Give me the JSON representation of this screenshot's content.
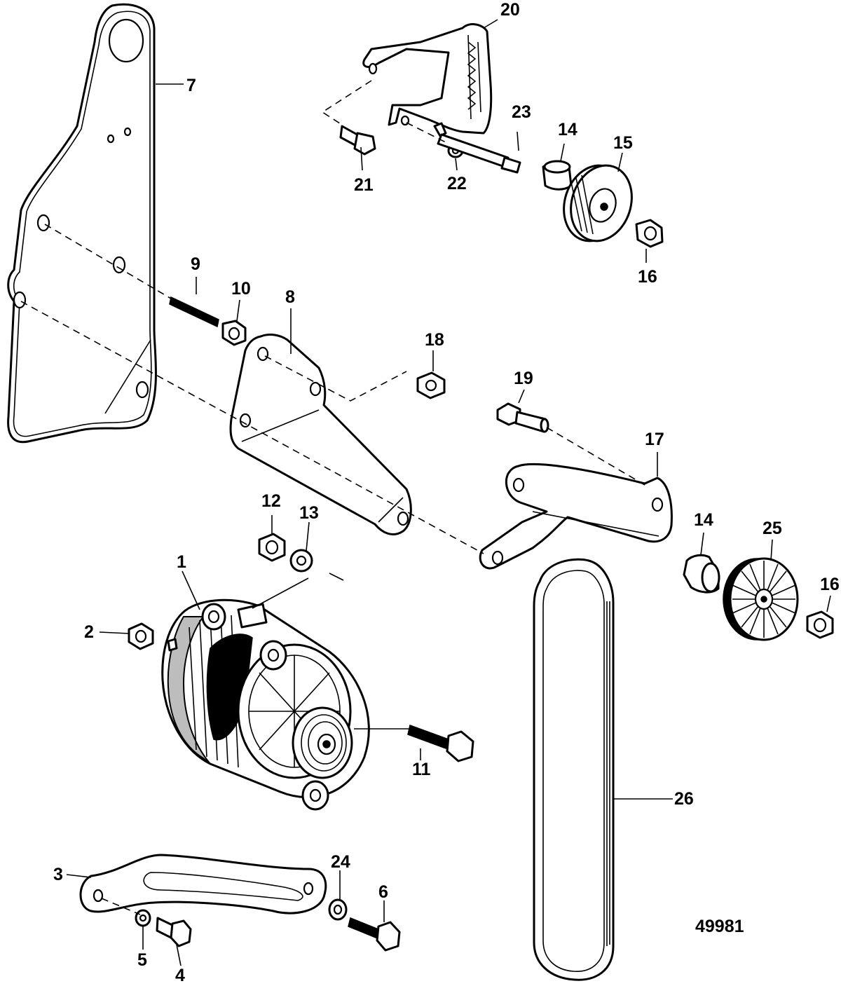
{
  "diagram": {
    "figure_number": "49981",
    "callouts": [
      {
        "id": "1",
        "label": "1"
      },
      {
        "id": "2",
        "label": "2"
      },
      {
        "id": "3",
        "label": "3"
      },
      {
        "id": "4",
        "label": "4"
      },
      {
        "id": "5",
        "label": "5"
      },
      {
        "id": "6",
        "label": "6"
      },
      {
        "id": "7",
        "label": "7"
      },
      {
        "id": "8",
        "label": "8"
      },
      {
        "id": "9",
        "label": "9"
      },
      {
        "id": "10",
        "label": "10"
      },
      {
        "id": "11",
        "label": "11"
      },
      {
        "id": "12",
        "label": "12"
      },
      {
        "id": "13",
        "label": "13"
      },
      {
        "id": "14a",
        "label": "14"
      },
      {
        "id": "14b",
        "label": "14"
      },
      {
        "id": "15",
        "label": "15"
      },
      {
        "id": "16a",
        "label": "16"
      },
      {
        "id": "16b",
        "label": "16"
      },
      {
        "id": "17",
        "label": "17"
      },
      {
        "id": "18",
        "label": "18"
      },
      {
        "id": "19",
        "label": "19"
      },
      {
        "id": "20",
        "label": "20"
      },
      {
        "id": "21",
        "label": "21"
      },
      {
        "id": "22",
        "label": "22"
      },
      {
        "id": "23",
        "label": "23"
      },
      {
        "id": "24",
        "label": "24"
      },
      {
        "id": "25",
        "label": "25"
      },
      {
        "id": "26",
        "label": "26"
      }
    ]
  }
}
